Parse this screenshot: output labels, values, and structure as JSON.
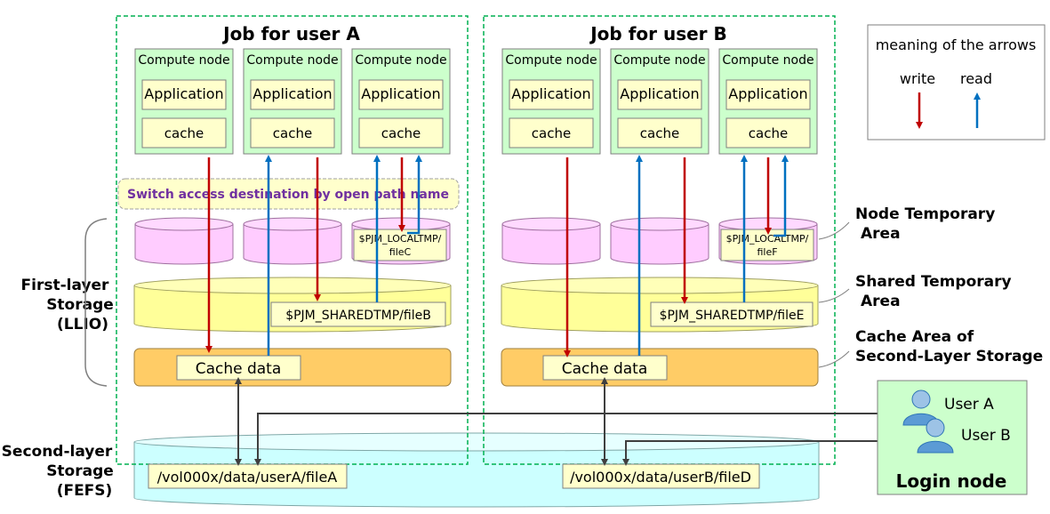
{
  "jobs": [
    {
      "title": "Job for user A",
      "nodes": [
        {
          "label": "Compute node",
          "app": "Application",
          "cache": "cache"
        },
        {
          "label": "Compute node",
          "app": "Application",
          "cache": "cache"
        },
        {
          "label": "Compute node",
          "app": "Application",
          "cache": "cache"
        }
      ],
      "local_file": [
        "$PJM_LOCALTMP/",
        "fileC"
      ],
      "shared_file": "$PJM_SHAREDTMP/fileB",
      "cache_data": "Cache data",
      "fefs_file": "/vol000x/data/userA/fileA"
    },
    {
      "title": "Job for user B",
      "nodes": [
        {
          "label": "Compute node",
          "app": "Application",
          "cache": "cache"
        },
        {
          "label": "Compute node",
          "app": "Application",
          "cache": "cache"
        },
        {
          "label": "Compute node",
          "app": "Application",
          "cache": "cache"
        }
      ],
      "local_file": [
        "$PJM_LOCALTMP/",
        "fileF"
      ],
      "shared_file": "$PJM_SHAREDTMP/fileE",
      "cache_data": "Cache data",
      "fefs_file": "/vol000x/data/userB/fileD"
    }
  ],
  "switch_banner": "Switch access destination by open path name",
  "legend": {
    "title": "meaning of the arrows",
    "write": "write",
    "read": "read",
    "write_color": "#c00000",
    "read_color": "#0070c0"
  },
  "area_labels": {
    "node_temp": [
      "Node Temporary",
      "Area"
    ],
    "shared_temp": [
      "Shared Temporary",
      "Area"
    ],
    "cache_area": [
      "Cache Area of",
      "Second-Layer Storage"
    ]
  },
  "first_layer": [
    "First-layer",
    "Storage",
    "(LLIO)"
  ],
  "second_layer": [
    "Second-layer",
    "Storage",
    "(FEFS)"
  ],
  "login": {
    "title": "Login node",
    "user_a": "User A",
    "user_b": "User B"
  },
  "colors": {
    "node_fill": "#ccffcc",
    "node_inner": "#ffffcc",
    "pink": "#ffccff",
    "yellow": "#ffff99",
    "orange": "#ffcc66",
    "cyan": "#ccffff",
    "banner_fill": "#ffffcc",
    "banner_text": "#7030a0",
    "dash_green": "#00b050",
    "user_icon": "#5b9bd5"
  }
}
